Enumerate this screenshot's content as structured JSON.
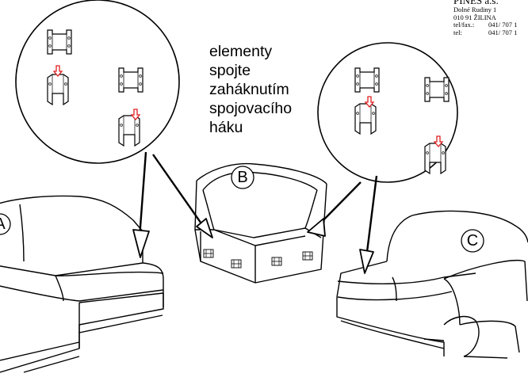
{
  "company": {
    "name": "PINES a.s.",
    "street": "Dolné Rudiny 1",
    "city": "010 91 ŽILINA",
    "phone_label": "tel/fax.:",
    "phone_value": "041/ 707 1",
    "tel_label": "tel:",
    "tel_value": "041/ 707 1"
  },
  "instruction": {
    "lines": [
      "elementy",
      "spojte",
      "zaháknutím",
      "spojovacího",
      "háku"
    ]
  },
  "labels": {
    "a": "A",
    "b": "B",
    "c": "C"
  },
  "colors": {
    "ink": "#000000",
    "arrow_red": "#e02020",
    "paper": "#ffffff"
  },
  "icons": {
    "hook": "hook-bracket-icon",
    "down_arrow": "red-down-arrow-icon"
  }
}
